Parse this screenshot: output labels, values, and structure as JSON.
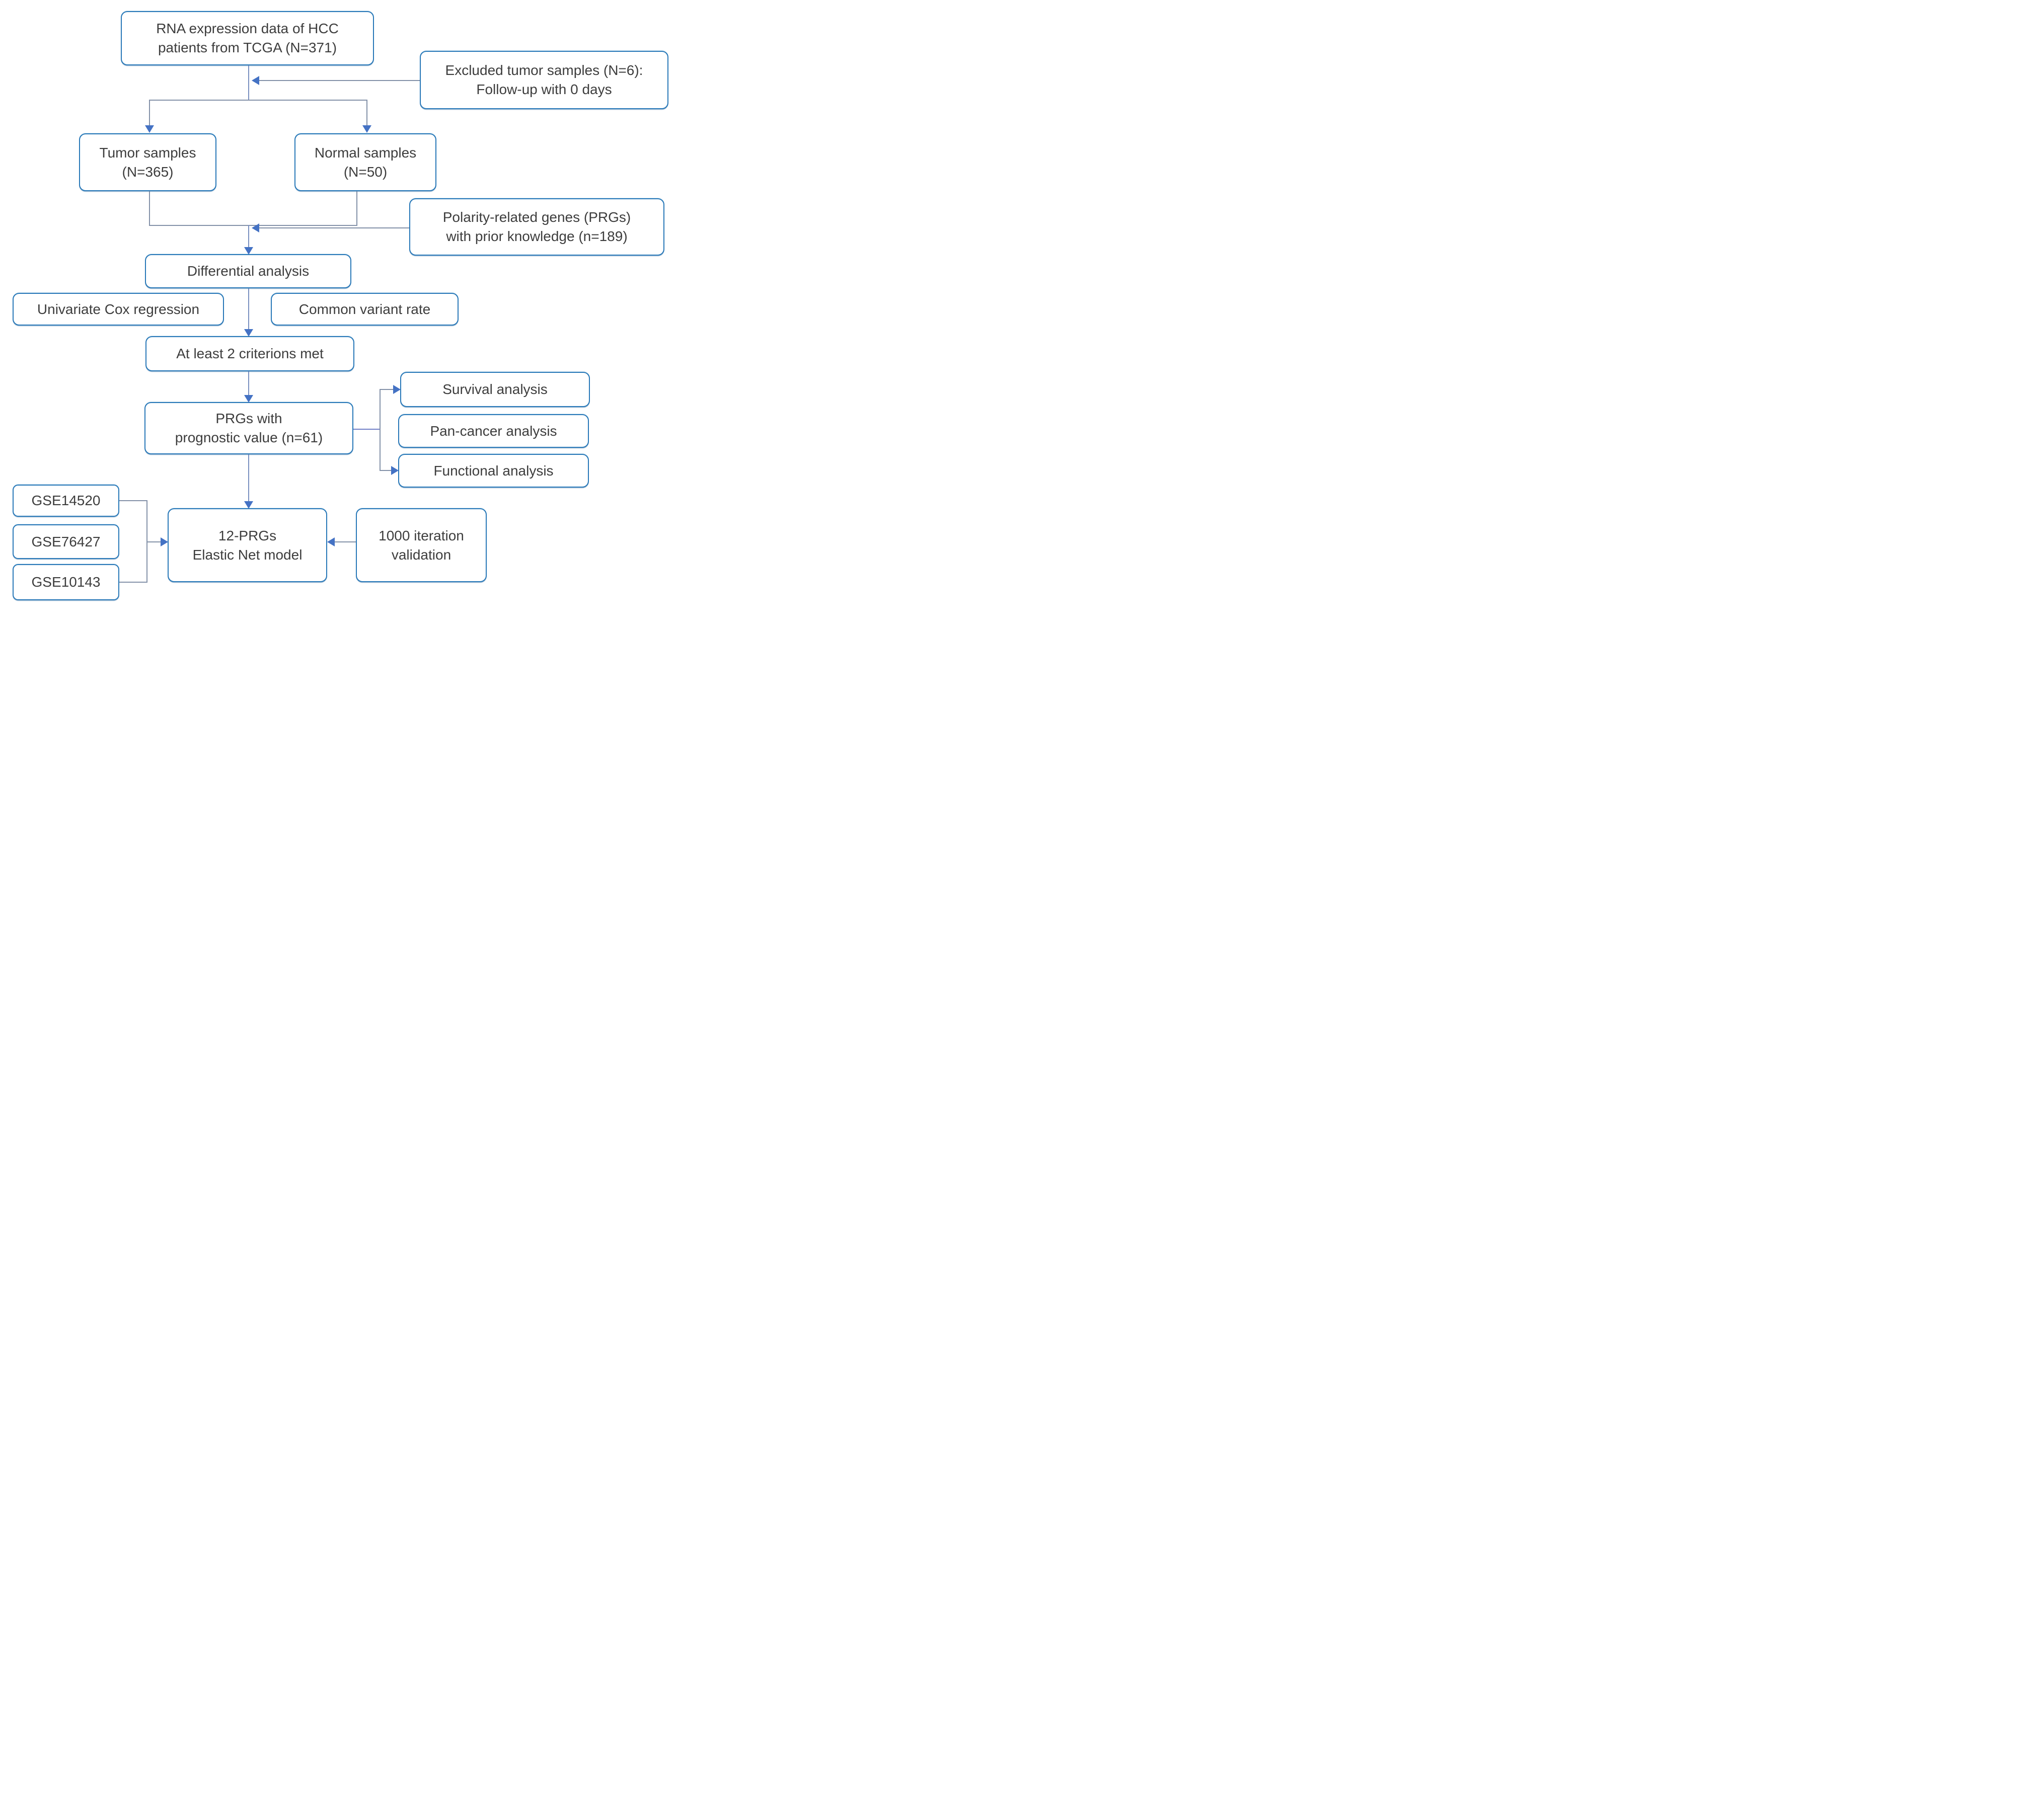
{
  "diagram": {
    "type": "flowchart",
    "title": "HCC polarity-related genes prognostic model workflow",
    "colors": {
      "box_border": "#2878b8",
      "arrowhead": "#4472c4",
      "line": "#8391a8",
      "text": "#3d3d3d",
      "background": "#ffffff"
    },
    "nodes": {
      "rna": {
        "label": "RNA expression data of HCC\npatients from TCGA (N=371)"
      },
      "excluded": {
        "label": "Excluded tumor samples (N=6):\nFollow-up with 0 days"
      },
      "tumor": {
        "label": "Tumor samples\n(N=365)"
      },
      "normal": {
        "label": "Normal samples\n(N=50)"
      },
      "polarity": {
        "label": "Polarity-related genes (PRGs)\nwith prior knowledge (n=189)"
      },
      "differential": {
        "label": "Differential analysis"
      },
      "univariate": {
        "label": "Univariate Cox regression"
      },
      "common": {
        "label": "Common variant rate"
      },
      "atleast": {
        "label": "At least 2 criterions met"
      },
      "prgs": {
        "label": "PRGs with\nprognostic value (n=61)"
      },
      "survival": {
        "label": "Survival analysis"
      },
      "pancancer": {
        "label": "Pan-cancer analysis"
      },
      "functional": {
        "label": "Functional analysis"
      },
      "gse14520": {
        "label": "GSE14520"
      },
      "gse76427": {
        "label": "GSE76427"
      },
      "gse10143": {
        "label": "GSE10143"
      },
      "elastic": {
        "label": "12-PRGs\nElastic Net model"
      },
      "validation": {
        "label": "1000 iteration\nvalidation"
      }
    }
  }
}
